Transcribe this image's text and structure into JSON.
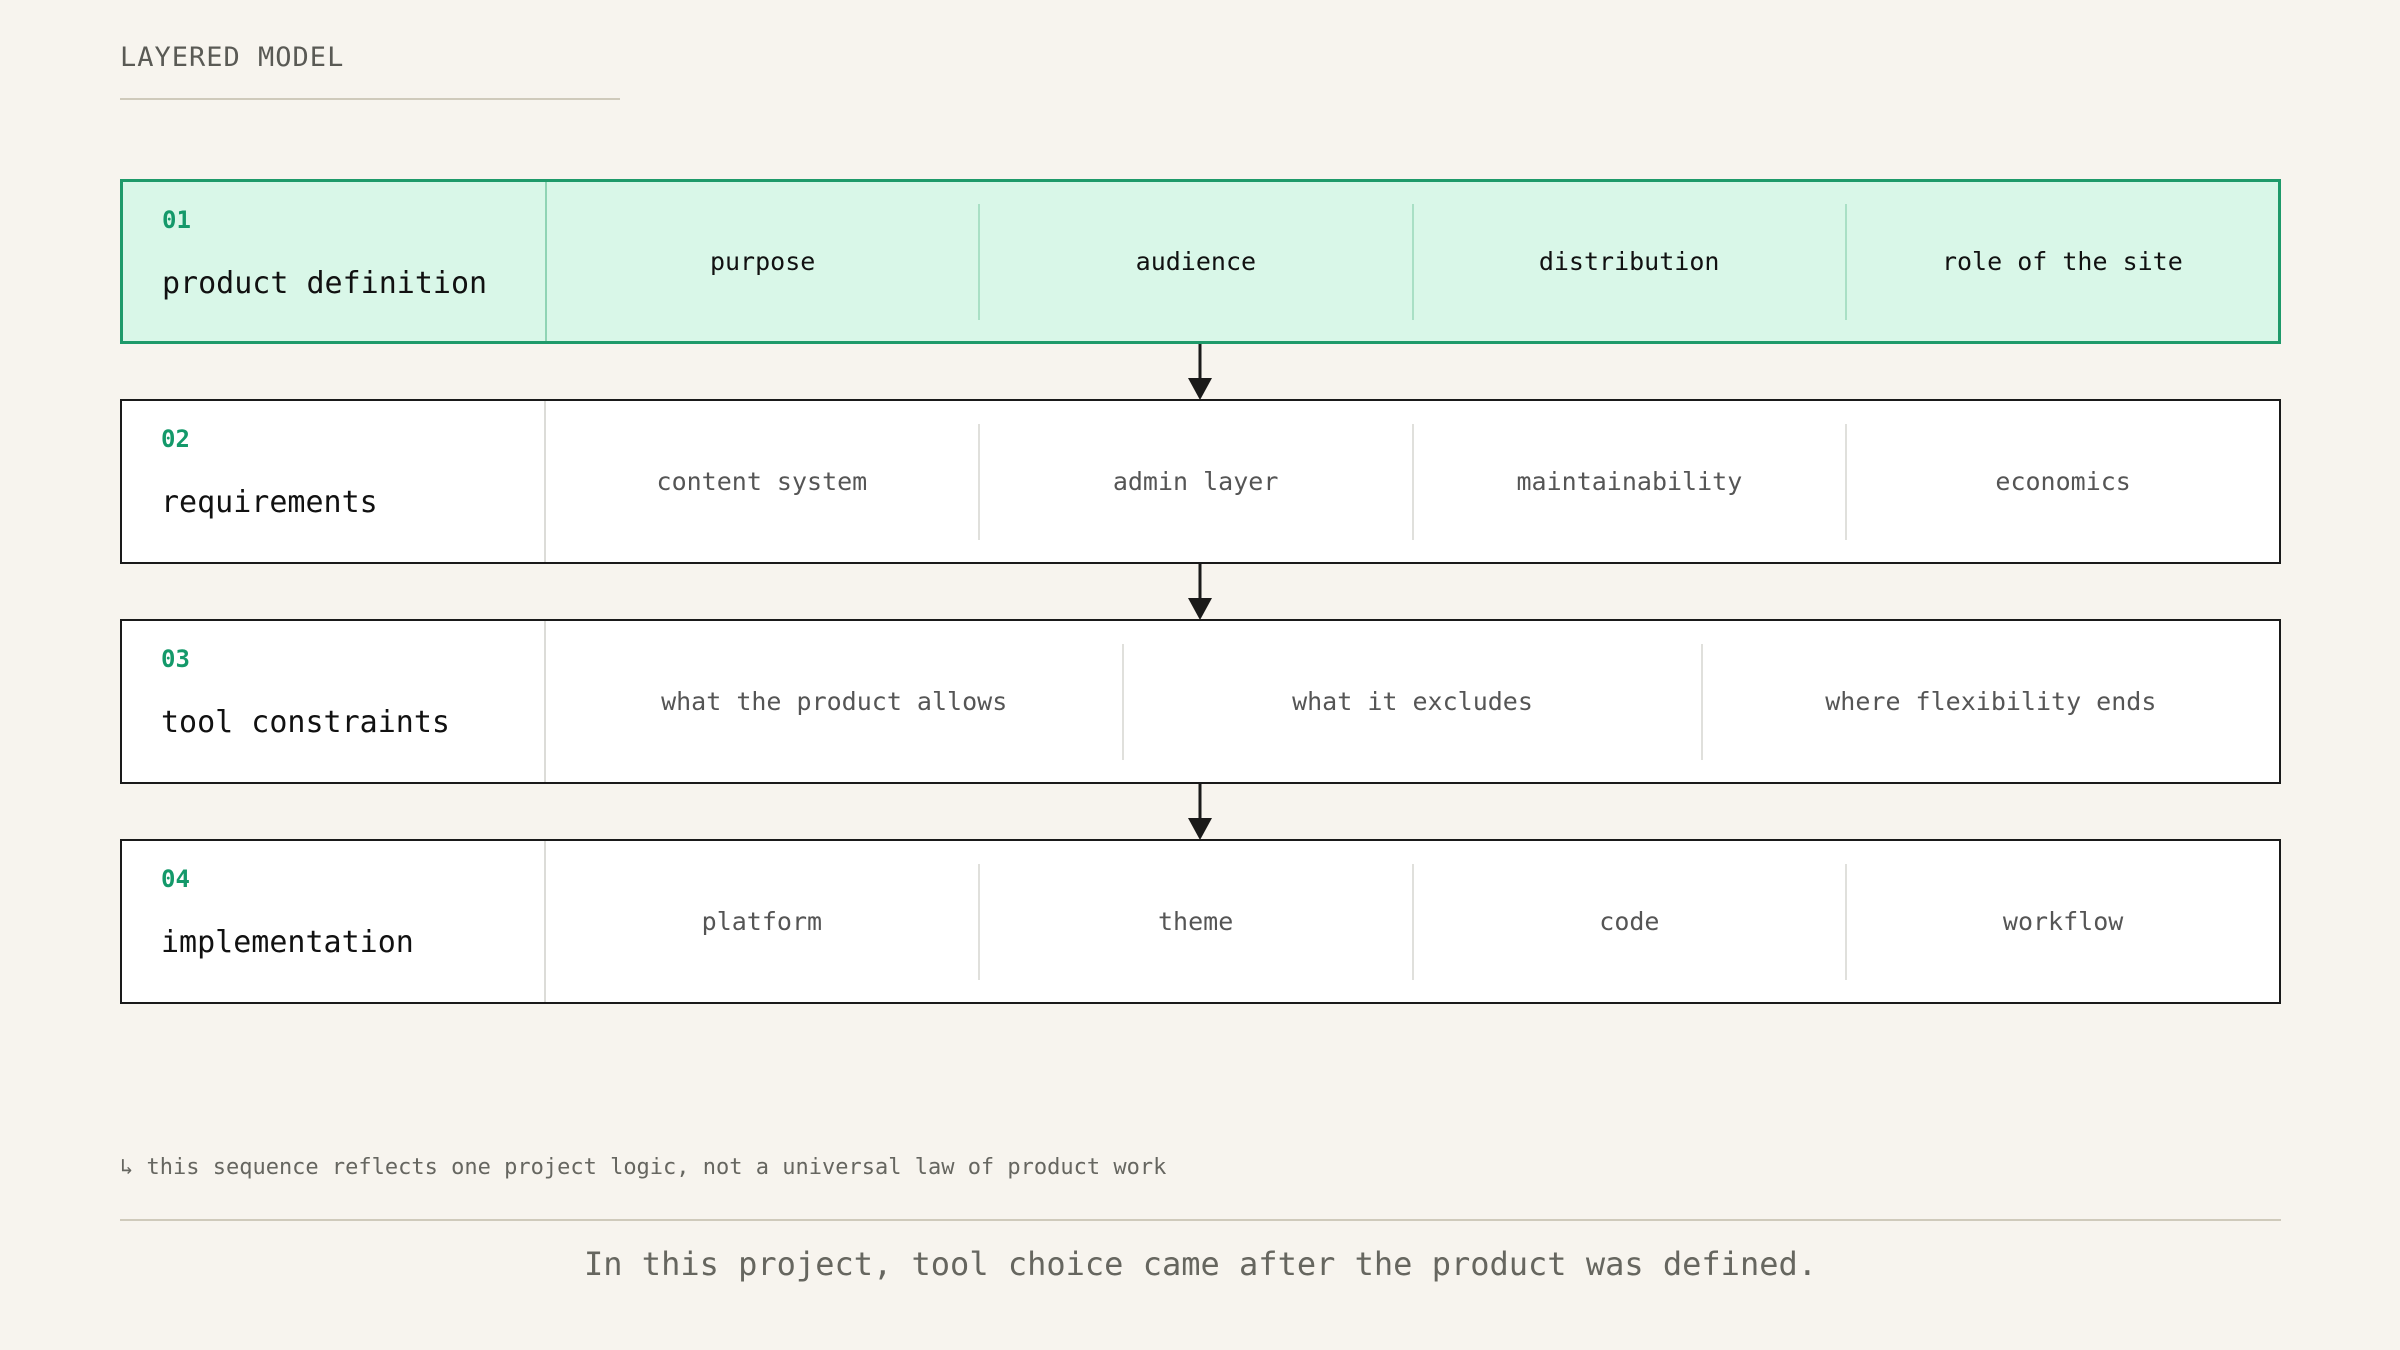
{
  "header": {
    "title": "LAYERED MODEL"
  },
  "layers": [
    {
      "number": "01",
      "name": "product definition",
      "items": [
        "purpose",
        "audience",
        "distribution",
        "role of the site"
      ]
    },
    {
      "number": "02",
      "name": "requirements",
      "items": [
        "content system",
        "admin layer",
        "maintainability",
        "economics"
      ]
    },
    {
      "number": "03",
      "name": "tool constraints",
      "items": [
        "what the product allows",
        "what it excludes",
        "where flexibility ends"
      ]
    },
    {
      "number": "04",
      "name": "implementation",
      "items": [
        "platform",
        "theme",
        "code",
        "workflow"
      ]
    }
  ],
  "footer": {
    "note": "↳ this sequence reflects one project logic, not a universal law of product work",
    "caption": "In this project, tool choice came after the product was defined."
  },
  "colors": {
    "background": "#f7f4ee",
    "accent": "#14996a",
    "highlight_fill": "#d9f7e8",
    "highlight_border": "#1e9a6a"
  }
}
